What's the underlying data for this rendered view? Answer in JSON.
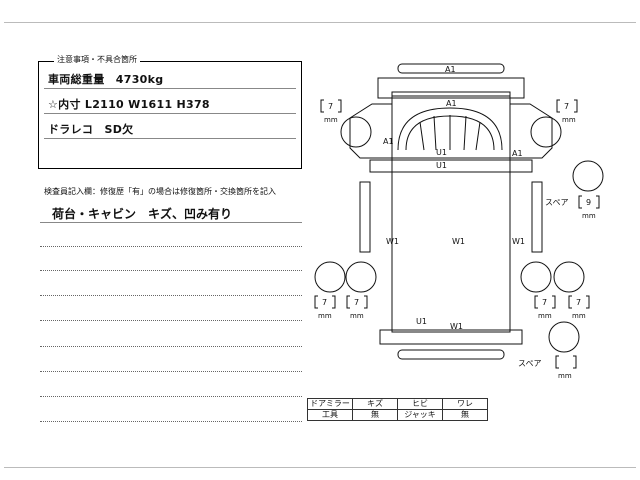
{
  "notes": {
    "caption": "注意事項・不具合箇所",
    "lines": [
      "車両総重量　4730kg",
      "☆内寸 L2110 W1611 H378",
      "ドラレコ　SD欠"
    ]
  },
  "repair": {
    "instruction": "検査員記入欄：修復歴「有」の場合は修復箇所・交換箇所を記入",
    "text": "荷台・キャビン　キズ、凹み有り"
  },
  "diagram": {
    "marks": {
      "front_a1": "A1",
      "cab_a1": "A1",
      "door_left_a1": "A1",
      "door_right_a1": "A1",
      "windshield_u1_a": "U1",
      "windshield_u1_b": "U1",
      "bed_left_w1": "W1",
      "bed_center_w1": "W1",
      "bed_right_w1": "W1",
      "rear_u1": "U1",
      "rear_w1": "W1"
    },
    "tires": {
      "front_left": "7",
      "front_right": "7",
      "rear_left_outer": "7",
      "rear_left_inner": "7",
      "rear_right_inner": "7",
      "rear_right_outer": "7",
      "spare_upper": "9",
      "spare_lower": ""
    },
    "unit": "mm",
    "spare_label": "スペア"
  },
  "equipment": {
    "rows": [
      [
        "ドアミラー",
        "キズ",
        "ヒビ",
        "ワレ"
      ],
      [
        "工具",
        "無",
        "ジャッキ",
        "無"
      ]
    ]
  }
}
